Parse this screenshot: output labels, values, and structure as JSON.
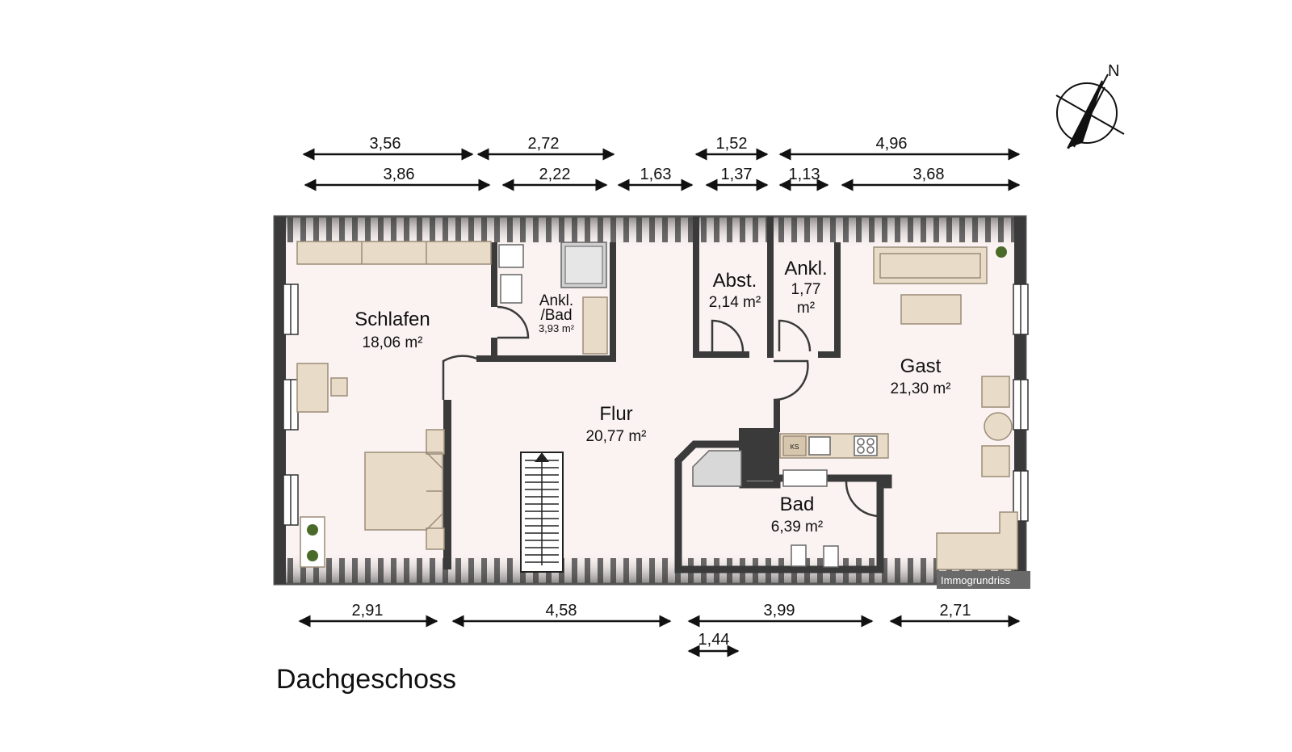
{
  "plan": {
    "floor_title": "Dachgeschoss",
    "north_label": "N",
    "watermark": "Immogrundriss",
    "kitchen_fridge_label": "KS"
  },
  "rooms": {
    "schlafen": {
      "name": "Schlafen",
      "area": "18,06 m²"
    },
    "ankl_bad": {
      "name_line1": "Ankl.",
      "name_line2": "/Bad",
      "area": "3,93 m²"
    },
    "flur": {
      "name": "Flur",
      "area": "20,77 m²"
    },
    "abst": {
      "name": "Abst.",
      "area": "2,14 m²"
    },
    "ankl": {
      "name": "Ankl.",
      "area_line1": "1,77",
      "area_line2": "m²"
    },
    "gast": {
      "name": "Gast",
      "area": "21,30 m²"
    },
    "bad": {
      "name": "Bad",
      "area": "6,39 m²"
    }
  },
  "dimensions": {
    "top_row1": [
      "3,56",
      "2,72",
      "1,52",
      "4,96"
    ],
    "top_row2": [
      "3,86",
      "2,22",
      "1,63",
      "1,37",
      "1,13",
      "3,68"
    ],
    "bottom_row1": [
      "2,91",
      "4,58",
      "3,99",
      "2,71"
    ],
    "bottom_row2": [
      "1,44"
    ]
  },
  "colors": {
    "wall": "#3a3a3a",
    "floor": "#fbf3f2",
    "furniture": "#e8dbc8",
    "furniture_stroke": "#9b8c78",
    "dimension_line": "#111111"
  }
}
